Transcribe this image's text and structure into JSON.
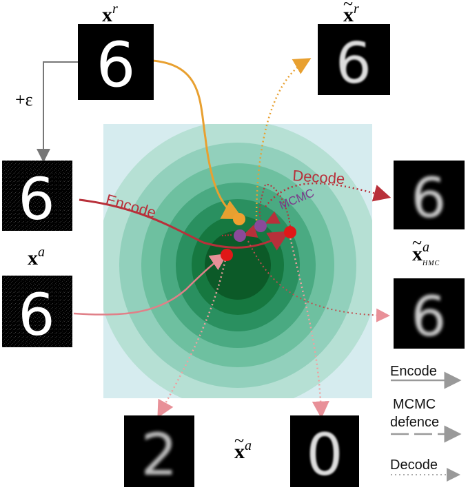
{
  "labels": {
    "x_r": {
      "base": "x",
      "sup": "r"
    },
    "x_r_tilde": {
      "base": "x",
      "sup": "r"
    },
    "x_a": {
      "base": "x",
      "sup": "a"
    },
    "x_a_tilde_hmc": {
      "base": "x",
      "sup": "a",
      "sub": "HMC"
    },
    "x_a_tilde": {
      "base": "x",
      "sup": "a"
    },
    "perturb": "+ε"
  },
  "arrow_labels": {
    "encode": "Encode",
    "decode": "Decode",
    "mcmc": "MCMC"
  },
  "legend": {
    "encode": "Encode",
    "mcmc_line1": "MCMC",
    "mcmc_line2": "defence",
    "decode": "Decode"
  },
  "digits": {
    "x_r": "6",
    "x_r_recon": "6",
    "x_a_noisy": "6",
    "x_a": "6",
    "decode_recon": "6",
    "hmc_recon": "6",
    "adv_recon_1": "2",
    "adv_recon_2": "0"
  },
  "colors": {
    "clean_path": "#e8a030",
    "adv_path": "#b8303a",
    "adv_light_path": "#e08088",
    "mcmc_point": "#8a4a9a",
    "adv_point": "#e01818",
    "grey_arrow": "#777777",
    "latent_bg": "#d6ecef",
    "latent_ring_outer": "#a8d8cc",
    "latent_ring_inner": "#0c5a28"
  }
}
